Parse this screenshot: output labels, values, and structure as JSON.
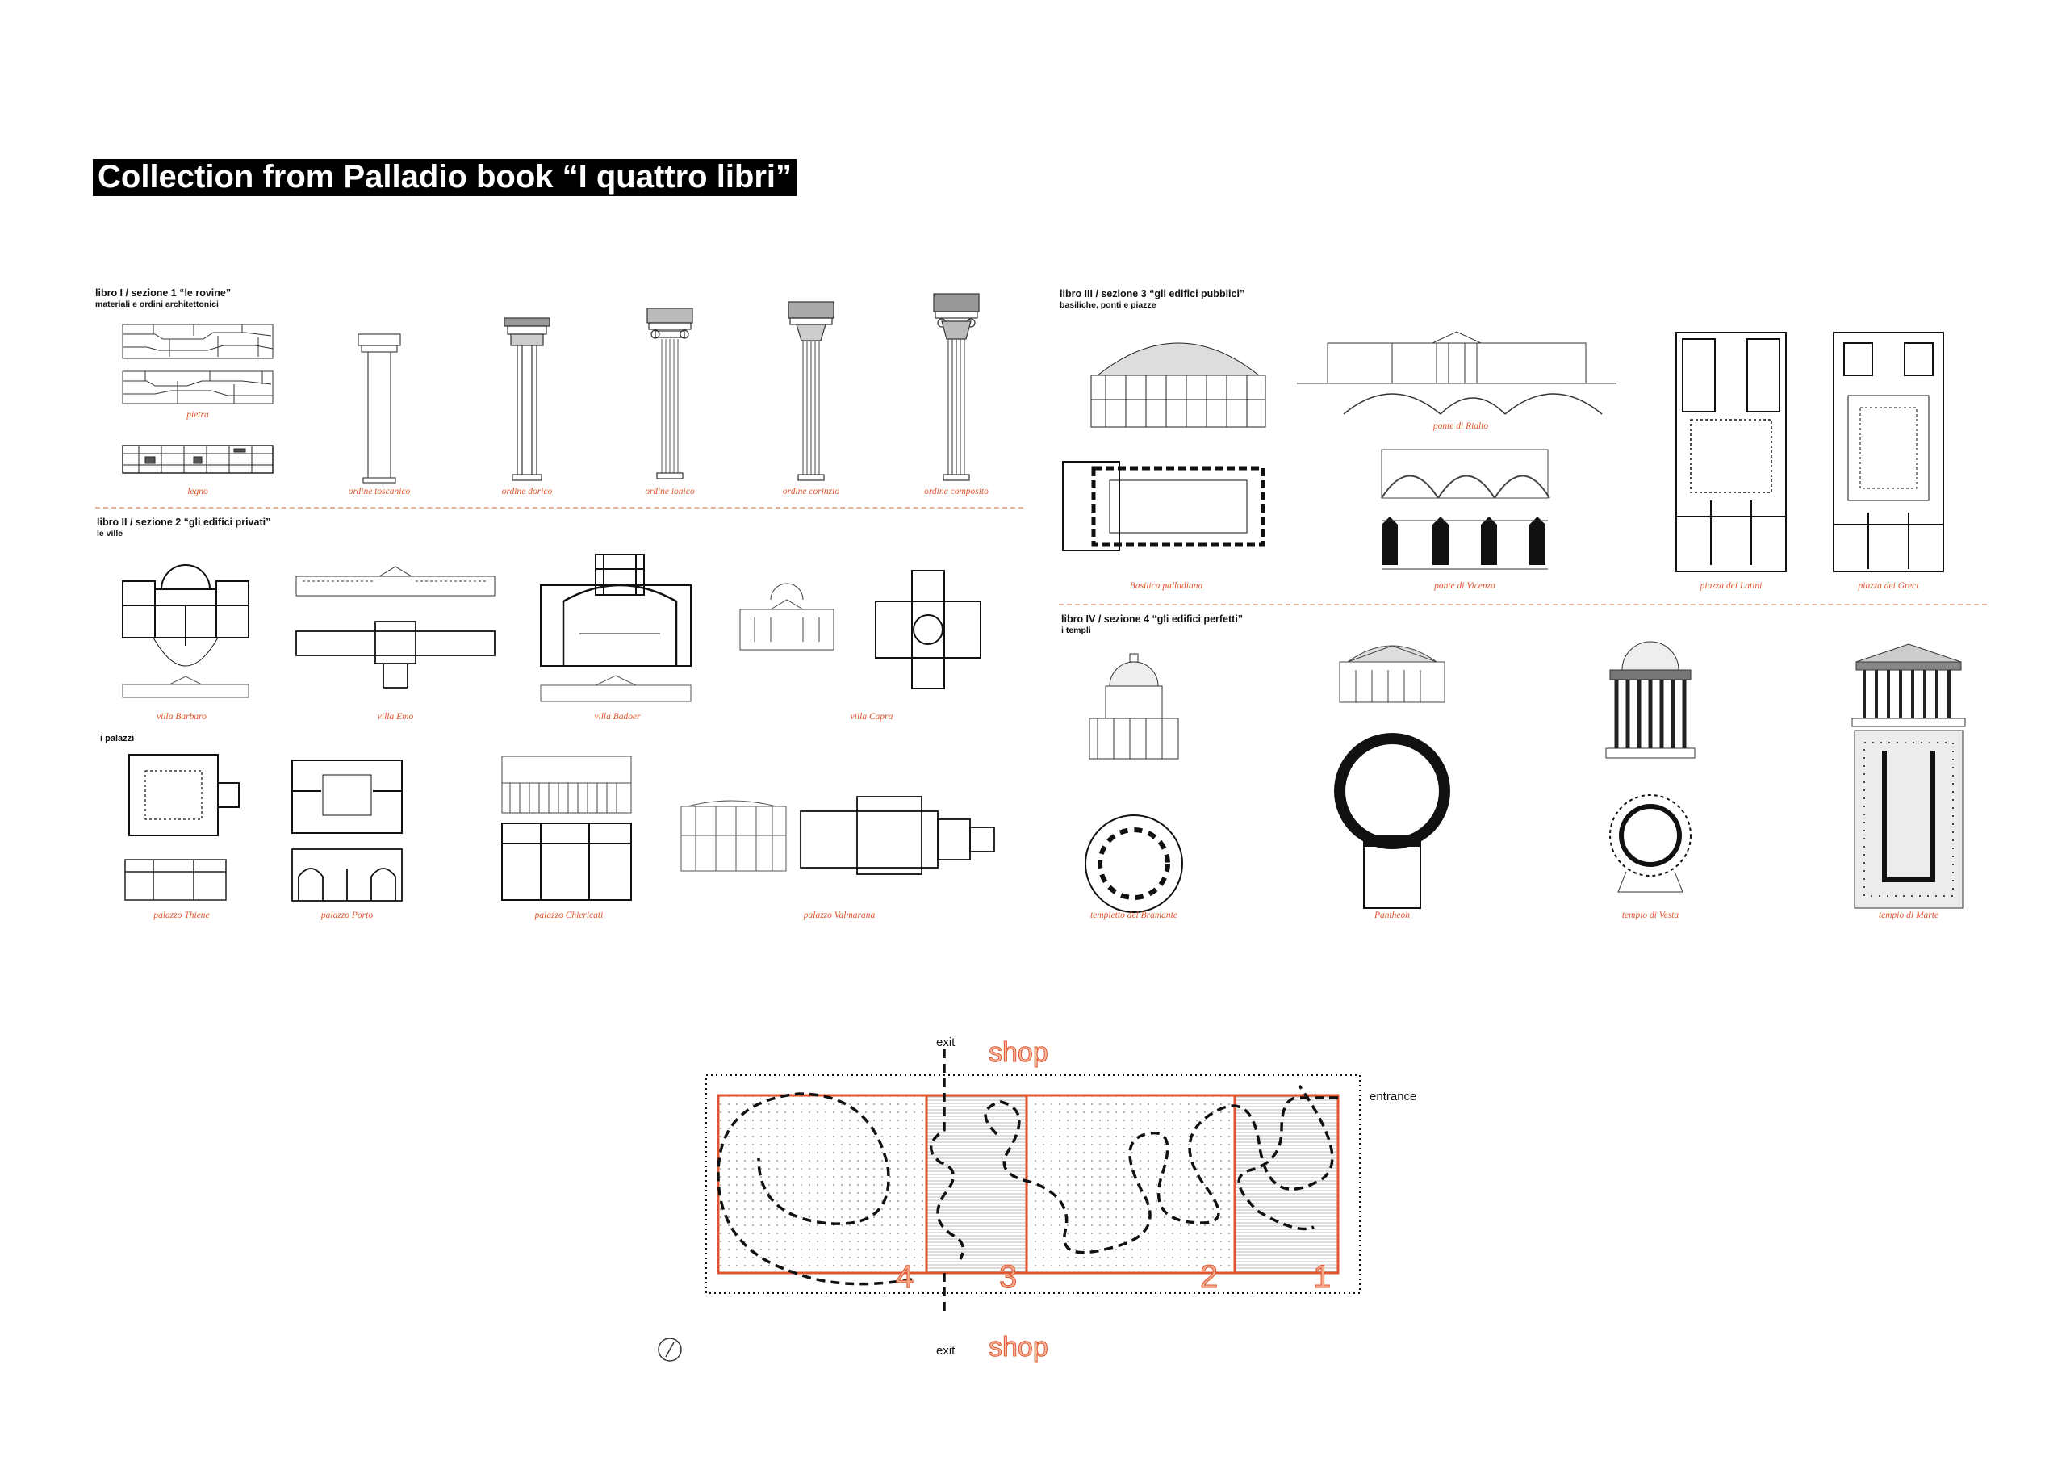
{
  "title": "Collection from Palladio book “I quattro libri”",
  "accent_color": "#e0552b",
  "sections": {
    "s1": {
      "title": "libro I / sezione 1 “le rovine”",
      "subtitle": "materiali e ordini architettonici"
    },
    "s2": {
      "title": "libro II / sezione 2 “gli edifici privati”",
      "subtitle": "le ville",
      "group2": "i palazzi"
    },
    "s3": {
      "title": "libro III / sezione 3 “gli edifici pubblici”",
      "subtitle": "basiliche, ponti e piazze"
    },
    "s4": {
      "title": "libro IV / sezione 4 “gli edifici perfetti”",
      "subtitle": "i templi"
    }
  },
  "captions": {
    "pietra": "pietra",
    "legno": "legno",
    "toscanico": "ordine toscanico",
    "dorico": "ordine dorico",
    "ionico": "ordine ionico",
    "corinzio": "ordine corinzio",
    "composito": "ordine composito",
    "barbaro": "villa Barbaro",
    "emo": "villa Emo",
    "badoer": "villa Badoer",
    "capra": "villa Capra",
    "thiene": "palazzo Thiene",
    "porto": "palazzo Porto",
    "chiericati": "palazzo Chiericati",
    "valmarana": "palazzo Valmarana",
    "basilica": "Basilica palladiana",
    "rialto": "ponte di Rialto",
    "vicenza": "ponte di Vicenza",
    "latini": "piazza dei Latini",
    "greci": "piazza dei Greci",
    "bramante": "tempietto del Bramante",
    "pantheon": "Pantheon",
    "vesta": "tempio di Vesta",
    "marte": "tempio di Marte"
  },
  "plan": {
    "exit_top": "exit",
    "exit_bottom": "exit",
    "shop_top": "shop",
    "shop_bottom": "shop",
    "entrance": "entrance",
    "rooms": [
      "1",
      "2",
      "3",
      "4"
    ],
    "compass_icon": "north-arrow-icon"
  }
}
